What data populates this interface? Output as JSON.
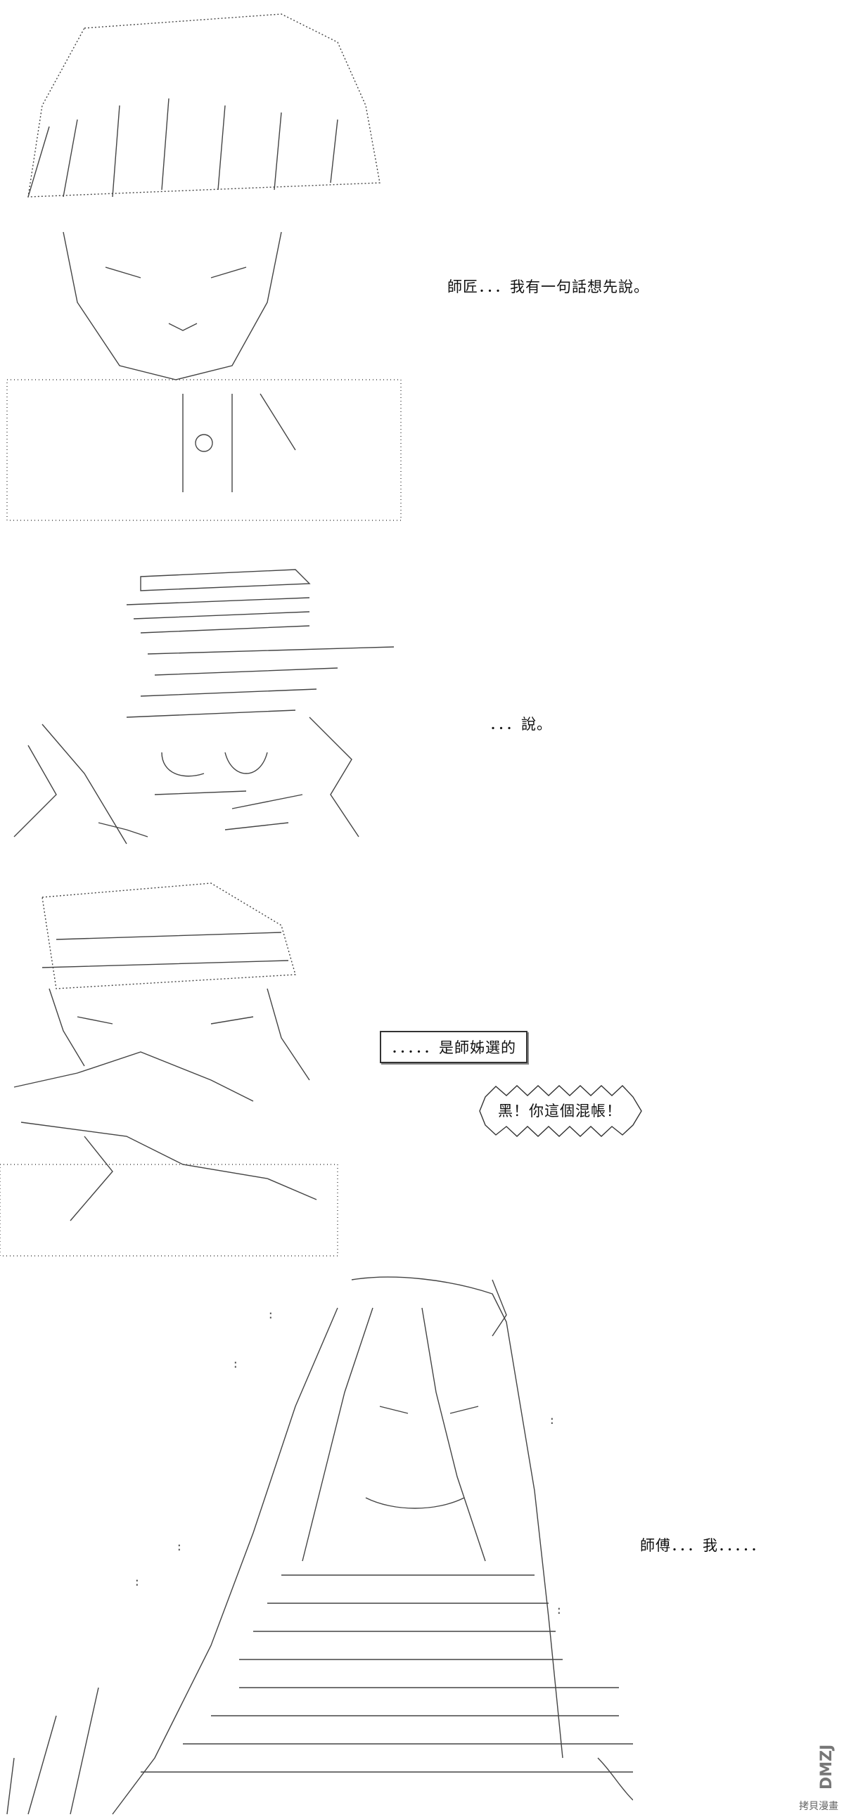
{
  "panels": [
    {
      "id": "panel-1",
      "dialog": "師匠．．．我有一句話想先說。"
    },
    {
      "id": "panel-2",
      "dialog": "．．．說。"
    },
    {
      "id": "panel-3",
      "dialog_boxed": "．．．．．是師姊選的",
      "dialog_shout": "黑！你這個混帳！"
    },
    {
      "id": "panel-4",
      "dialog": "師傅．．．我．．．．．"
    }
  ],
  "watermark": {
    "logo_text": "DMZJ",
    "caption": "拷貝漫畫"
  },
  "colors": {
    "ink": "#222222",
    "paper": "#ffffff"
  }
}
